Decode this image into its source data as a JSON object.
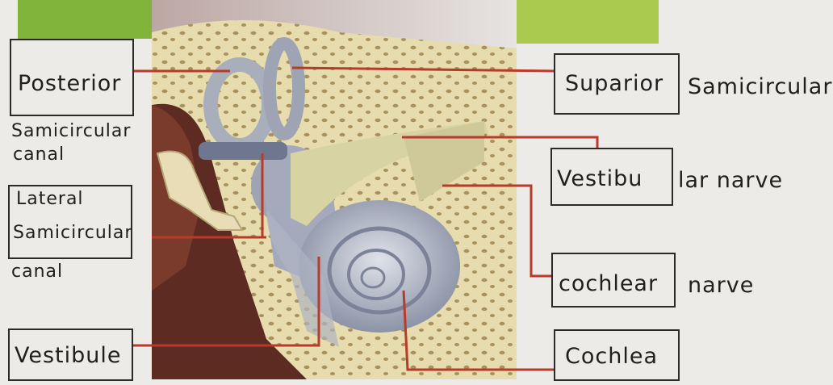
{
  "labels": {
    "posterior": "Posterior",
    "posterior_sub1": "Samicircular",
    "posterior_sub2": "canal",
    "lateral": "Lateral",
    "lateral_sub1": "Samicircular",
    "lateral_sub2": "canal",
    "vestibule": "Vestibule",
    "superior": "Suparior",
    "superior_sub": "Samicircular",
    "vestibular_a": "Vestibu",
    "vestibular_b": "lar narve",
    "cochlear_nerve_a": "cochlear",
    "cochlear_nerve_b": "narve",
    "cochlea": "Cochlea"
  },
  "colors": {
    "leader": "#b83a2a",
    "box": "#2a2a2a",
    "bone": "#e6dcae",
    "canal": "#a9aebb",
    "accent_green": "#7fb33a"
  }
}
